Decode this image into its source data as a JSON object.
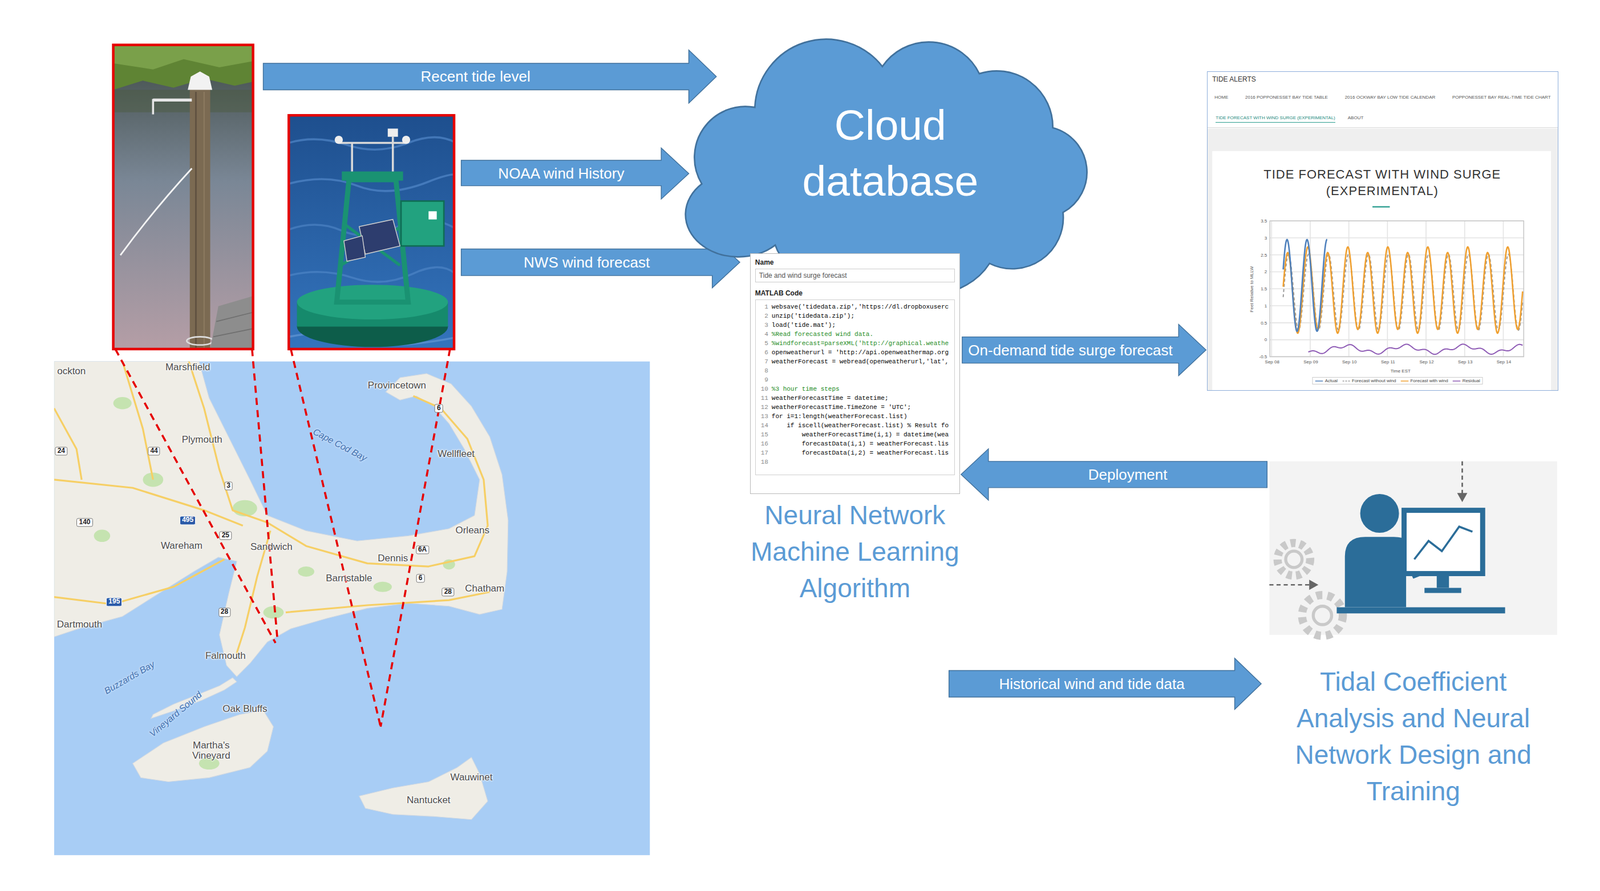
{
  "diagram": {
    "nodes": [
      {
        "text": [
          "Cloud database"
        ]
      },
      {
        "text": [
          "Name",
          "Tide and wind surge forecast",
          "MATLAB Code",
          "1",
          "websave('tidedata.zip','https://dl.dropboxuserc",
          "2",
          "unzip('tidedata.zip');",
          "3",
          "load('tide.mat');",
          "4",
          "%Read forecasted wind data.",
          "5",
          "%windforecast=parseXML('http://graphical.weathe",
          "6",
          "openweatherurl = 'http://api.openweathermap.org",
          "7",
          "weatherForecast = webread(openweatherurl,'lat',",
          "8",
          "9",
          "10",
          "%3 hour time steps",
          "11",
          "weatherForecastTime = datetime;",
          "12",
          "weatherForecastTime.TimeZone = 'UTC';",
          "13",
          "for i=1:length(weatherForecast.list)",
          "14",
          "    if iscell(weatherForecast.list) % Result fo",
          "15",
          "        weatherForecastTime(i,1) = datetime(wea",
          "16",
          "        forecastData(i,1) = weatherForecast.lis",
          "17",
          "        forecastData(i,2) = weatherForecast.lis",
          "18",
          "Neural Network Machine Learning Algorithm"
        ]
      },
      {
        "text": [
          "TIDE ALERTS",
          "HOME",
          "2016 POPPONESSET BAY TIDE TABLE",
          "2016 OCKWAY BAY LOW TIDE CALENDAR",
          "POPPONESSET BAY REAL-TIME TIDE CHART",
          "TIDE FORECAST WITH WIND SURGE (EXPERIMENTAL)",
          "ABOUT",
          "TIDE FORECAST WITH WIND SURGE (EXPERIMENTAL)",
          "3.5",
          "3",
          "2.5",
          "2",
          "1.5",
          "1",
          "0.5",
          "0",
          "-0.5",
          "Feet Relative to MLLW",
          "Sep 08",
          "Sep 09",
          "Sep 10",
          "Sep 11",
          "Sep 12",
          "Sep 13",
          "Sep 14",
          "Time EST"
        ]
      },
      {
        "text": [
          "Tidal Coefficient Analysis and Neural Network Design and Training"
        ]
      }
    ],
    "edges": [
      {
        "from": 1,
        "to": 2,
        "arrow": "to",
        "label": "On-demand tide surge forecast"
      },
      {
        "from": 3,
        "to": 1,
        "arrow": "to",
        "label": "Deployment"
      }
    ],
    "labels": [
      "Recent tide level",
      "NOAA wind History",
      "NWS wind forecast",
      "Historical wind and tide data",
      "ockton",
      "Marshfield",
      "Plymouth",
      "Provincetown",
      "Cape Cod Bay",
      "Wellfleet",
      "Orleans",
      "Dennis",
      "Chatham",
      "Barnstable",
      "Sandwich",
      "Wareham",
      "Dartmouth",
      "Buzzards Bay",
      "Falmouth",
      "Vineyard Sound",
      "Oak Bluffs",
      "Martha's Vineyard",
      "Wauwinet",
      "Nantucket",
      "24",
      "44",
      "3",
      "495",
      "140",
      "25",
      "6A",
      "6",
      "28",
      "195",
      "28",
      "6"
    ],
    "legend": [
      {
        "text": "Actual"
      },
      {
        "text": "Forecast without wind"
      },
      {
        "text": "Forecast with wind"
      },
      {
        "text": "Residual"
      }
    ]
  }
}
